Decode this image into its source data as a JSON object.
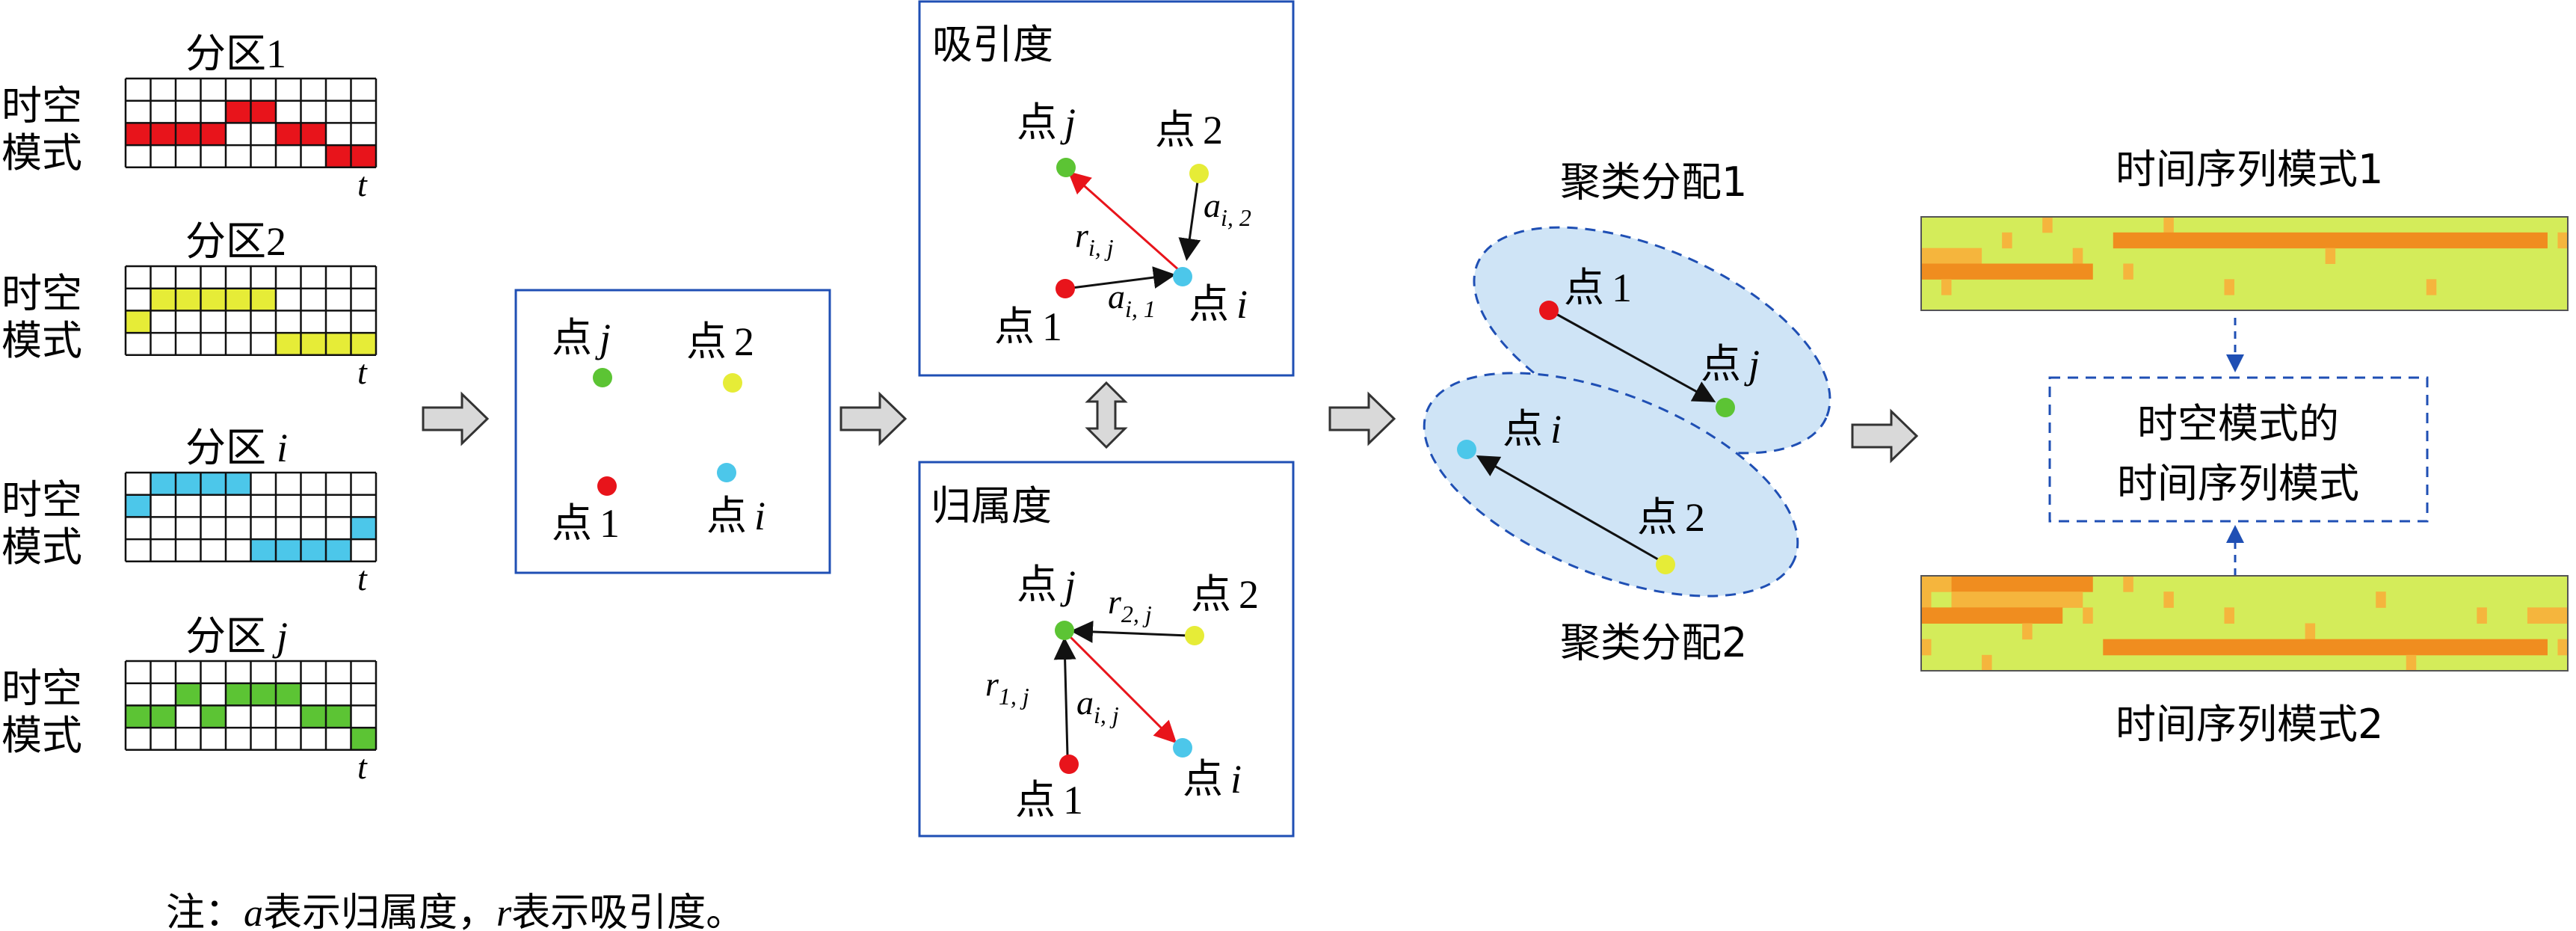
{
  "colors": {
    "red": "#e8141b",
    "yellow": "#e6ec37",
    "cyan": "#4cc7ea",
    "green": "#5cc434",
    "border_blue": "#1f4fb4",
    "arrow_red": "#e8141b",
    "cluster_fill": "#cfe4f6",
    "dash_blue": "#1f4fb4",
    "heat_bg": "#d4ec5a",
    "heat_orange": "#f08d1f",
    "heat_light": "#f5b53d"
  },
  "partitions": [
    {
      "title_zh": "分区",
      "title_id": "1",
      "italic": false,
      "label_top": "时空",
      "label_bottom": "模式",
      "axis": "t",
      "color": "#e8141b",
      "cells": [
        [
          2,
          0
        ],
        [
          2,
          1
        ],
        [
          2,
          2
        ],
        [
          2,
          3
        ],
        [
          1,
          4
        ],
        [
          1,
          5
        ],
        [
          2,
          6
        ],
        [
          2,
          7
        ],
        [
          3,
          8
        ],
        [
          3,
          9
        ]
      ]
    },
    {
      "title_zh": "分区",
      "title_id": "2",
      "italic": false,
      "label_top": "时空",
      "label_bottom": "模式",
      "axis": "t",
      "color": "#e6ec37",
      "cells": [
        [
          2,
          0
        ],
        [
          1,
          1
        ],
        [
          1,
          2
        ],
        [
          1,
          3
        ],
        [
          1,
          4
        ],
        [
          1,
          5
        ],
        [
          3,
          6
        ],
        [
          3,
          7
        ],
        [
          3,
          8
        ],
        [
          3,
          9
        ]
      ]
    },
    {
      "title_zh": "分区",
      "title_id": "i",
      "italic": true,
      "label_top": "时空",
      "label_bottom": "模式",
      "axis": "t",
      "color": "#4cc7ea",
      "cells": [
        [
          1,
          0
        ],
        [
          0,
          1
        ],
        [
          0,
          2
        ],
        [
          0,
          3
        ],
        [
          0,
          4
        ],
        [
          3,
          5
        ],
        [
          3,
          6
        ],
        [
          3,
          7
        ],
        [
          3,
          8
        ],
        [
          2,
          9
        ]
      ]
    },
    {
      "title_zh": "分区",
      "title_id": "j",
      "italic": true,
      "label_top": "时空",
      "label_bottom": "模式",
      "axis": "t",
      "color": "#5cc434",
      "cells": [
        [
          2,
          0
        ],
        [
          2,
          1
        ],
        [
          1,
          2
        ],
        [
          2,
          3
        ],
        [
          1,
          4
        ],
        [
          1,
          5
        ],
        [
          1,
          6
        ],
        [
          2,
          7
        ],
        [
          2,
          8
        ],
        [
          3,
          9
        ]
      ]
    }
  ],
  "points_box": {
    "points": [
      {
        "zh": "点",
        "id": "j",
        "italic": true
      },
      {
        "zh": "点",
        "id": "2",
        "italic": false
      },
      {
        "zh": "点",
        "id": "1",
        "italic": false
      },
      {
        "zh": "点",
        "id": "i",
        "italic": true
      }
    ]
  },
  "attraction_box": {
    "title": "吸引度",
    "point_j": {
      "zh": "点",
      "id": "j"
    },
    "point_2": {
      "zh": "点",
      "id": "2"
    },
    "point_1": {
      "zh": "点",
      "id": "1"
    },
    "point_i": {
      "zh": "点",
      "id": "i"
    },
    "label_r": "r",
    "label_r_sub": "i, j",
    "label_a2": "a",
    "label_a2_sub": "i, 2",
    "label_a1": "a",
    "label_a1_sub": "i, 1"
  },
  "belonging_box": {
    "title": "归属度",
    "point_j": {
      "zh": "点",
      "id": "j"
    },
    "point_2": {
      "zh": "点",
      "id": "2"
    },
    "point_1": {
      "zh": "点",
      "id": "1"
    },
    "point_i": {
      "zh": "点",
      "id": "i"
    },
    "label_r2": "r",
    "label_r2_sub": "2, j",
    "label_r1": "r",
    "label_r1_sub": "1, j",
    "label_a": "a",
    "label_a_sub": "i, j"
  },
  "clusters": {
    "label_top": "聚类分配1",
    "label_bottom": "聚类分配2",
    "point_1": {
      "zh": "点",
      "id": "1"
    },
    "point_j": {
      "zh": "点",
      "id": "j"
    },
    "point_i": {
      "zh": "点",
      "id": "i"
    },
    "point_2": {
      "zh": "点",
      "id": "2"
    }
  },
  "timeseries": {
    "label_top": "时间序列模式1",
    "label_bottom": "时间序列模式2",
    "center_line1": "时空模式的",
    "center_line2": "时间序列模式"
  },
  "note": {
    "prefix": "注：",
    "a": "a",
    "mid1": "表示归属度，",
    "r": "r",
    "mid2": "表示吸引度。"
  }
}
